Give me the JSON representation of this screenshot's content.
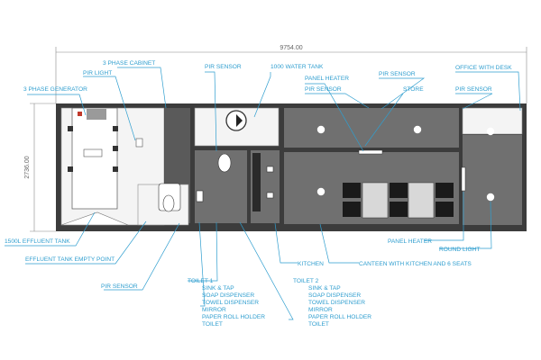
{
  "dimensions": {
    "length": "9754.00",
    "width": "2736.00"
  },
  "labels": {
    "three_phase_cabinet": "3 PHASE CABINET",
    "pir_light": "PIR LIGHT",
    "three_phase_generator": "3 PHASE GENERATOR",
    "pir_sensor": "PIR SENSOR",
    "water_tank": "1000 WATER TANK",
    "panel_heater": "PANEL HEATER",
    "store": "STORE",
    "office_with_desk": "OFFICE WITH DESK",
    "effluent_tank": "1500L EFFLUENT TANK",
    "effluent_empty_point": "EFFLUENT TANK EMPTY POINT",
    "kitchen": "KITCHEN",
    "canteen": "CANTEEN WITH KITCHEN AND 6 SEATS",
    "round_light": "ROUND LIGHT"
  },
  "toilet1": {
    "title": "TOILET 1",
    "items": [
      "SINK & TAP",
      "SOAP DISPENSER",
      "TOWEL DISPENSER",
      "MIRROR",
      "PAPER ROLL HOLDER",
      "TOILET"
    ]
  },
  "toilet2": {
    "title": "TOILET 2",
    "items": [
      "SINK & TAP",
      "SOAP DISPENSER",
      "TOWEL DISPENSER",
      "MIRROR",
      "PAPER ROLL HOLDER",
      "TOILET"
    ]
  },
  "colors": {
    "label": "#2f9ecf",
    "wall": "#3c3c3c",
    "floor": "#707070",
    "light_room": "#f4f4f4"
  }
}
